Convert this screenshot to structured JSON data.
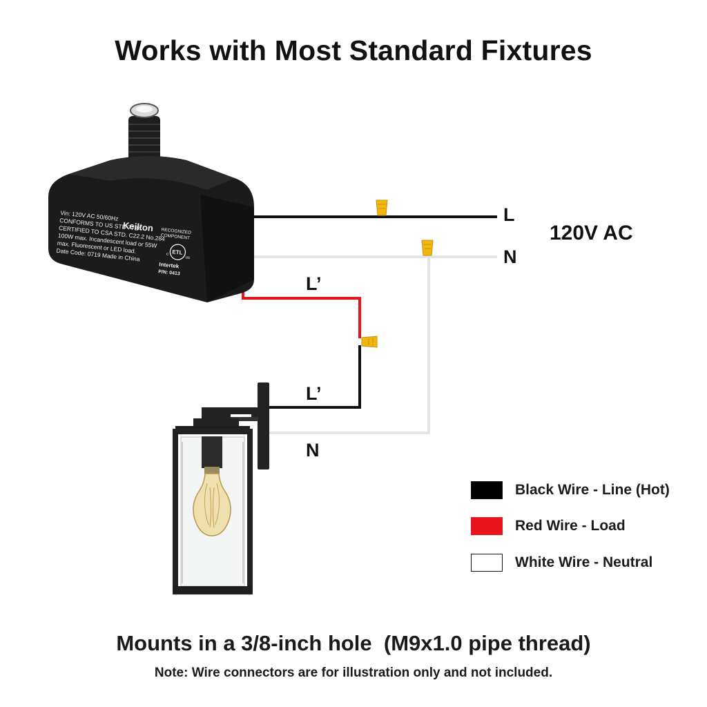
{
  "title": "Works with Most Standard Fixtures",
  "sensor_label": {
    "spec_lines": [
      "Vin: 120V AC 50/60Hz",
      "CONFORMS TO US STD 773A",
      "CERTIFIED TO CSA STD. C22.2 No.284",
      "100W max. Incandescent load or 55W",
      "max. Fluorescent or LED load.",
      "Date Code: 0719    Made in China"
    ],
    "brand": "Keilton",
    "recognized": "RECOGNIZED",
    "component": "COMPONENT",
    "etl": "ETL",
    "us": "us",
    "c": "c",
    "intertek": "Intertek",
    "pn": "P/N: 0413"
  },
  "wire_labels": {
    "line": "L",
    "neutral_top": "N",
    "load_top": "L’",
    "load_bottom": "L’",
    "neutral_bottom": "N"
  },
  "voltage": "120V AC",
  "legend": [
    {
      "label": "Black Wire - Line (Hot)",
      "color": "#000000"
    },
    {
      "label": "Red Wire - Load",
      "color": "#e8141c"
    },
    {
      "label": "White Wire - Neutral",
      "color": "#ffffff"
    }
  ],
  "mount_caption": "Mounts in a 3/8-inch hole  (M9x1.0 pipe thread)",
  "note": "Note: Wire connectors are for illustration only and not included.",
  "colors": {
    "black_wire": "#111111",
    "red_wire": "#e8141c",
    "white_wire": "#e6e6e6",
    "connector": "#f2b70f",
    "sensor_body": "#1b1b1b",
    "fixture": "#222222"
  }
}
